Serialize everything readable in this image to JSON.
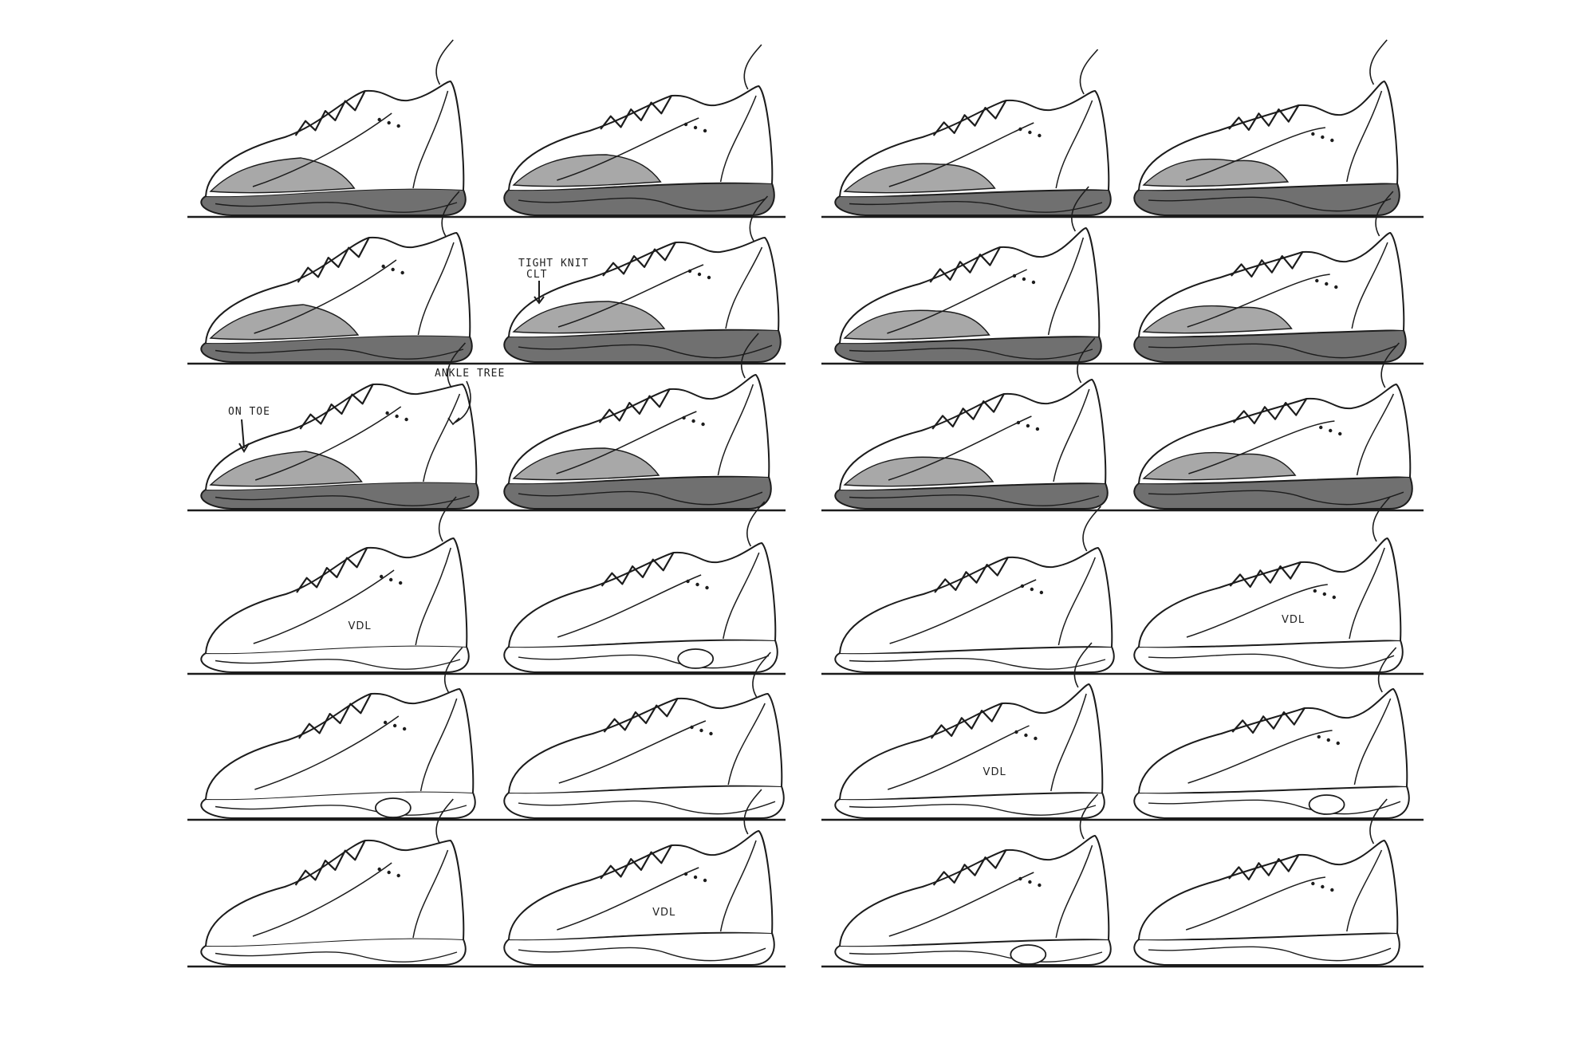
{
  "palette": {
    "ink": "#1c1c1c",
    "sole_shade": "#707070",
    "panel_shade": "#a8a8a8",
    "paper": "#ffffff"
  },
  "annotations": [
    {
      "id": "note-tight-knit",
      "text": "TIGHT KNIT"
    },
    {
      "id": "note-knit-detail",
      "text": "CLT"
    },
    {
      "id": "note-on-toe",
      "text": "ON TOE"
    },
    {
      "id": "note-ankle",
      "text": "ANKLE TREE"
    }
  ],
  "brand_mark": "VDL"
}
